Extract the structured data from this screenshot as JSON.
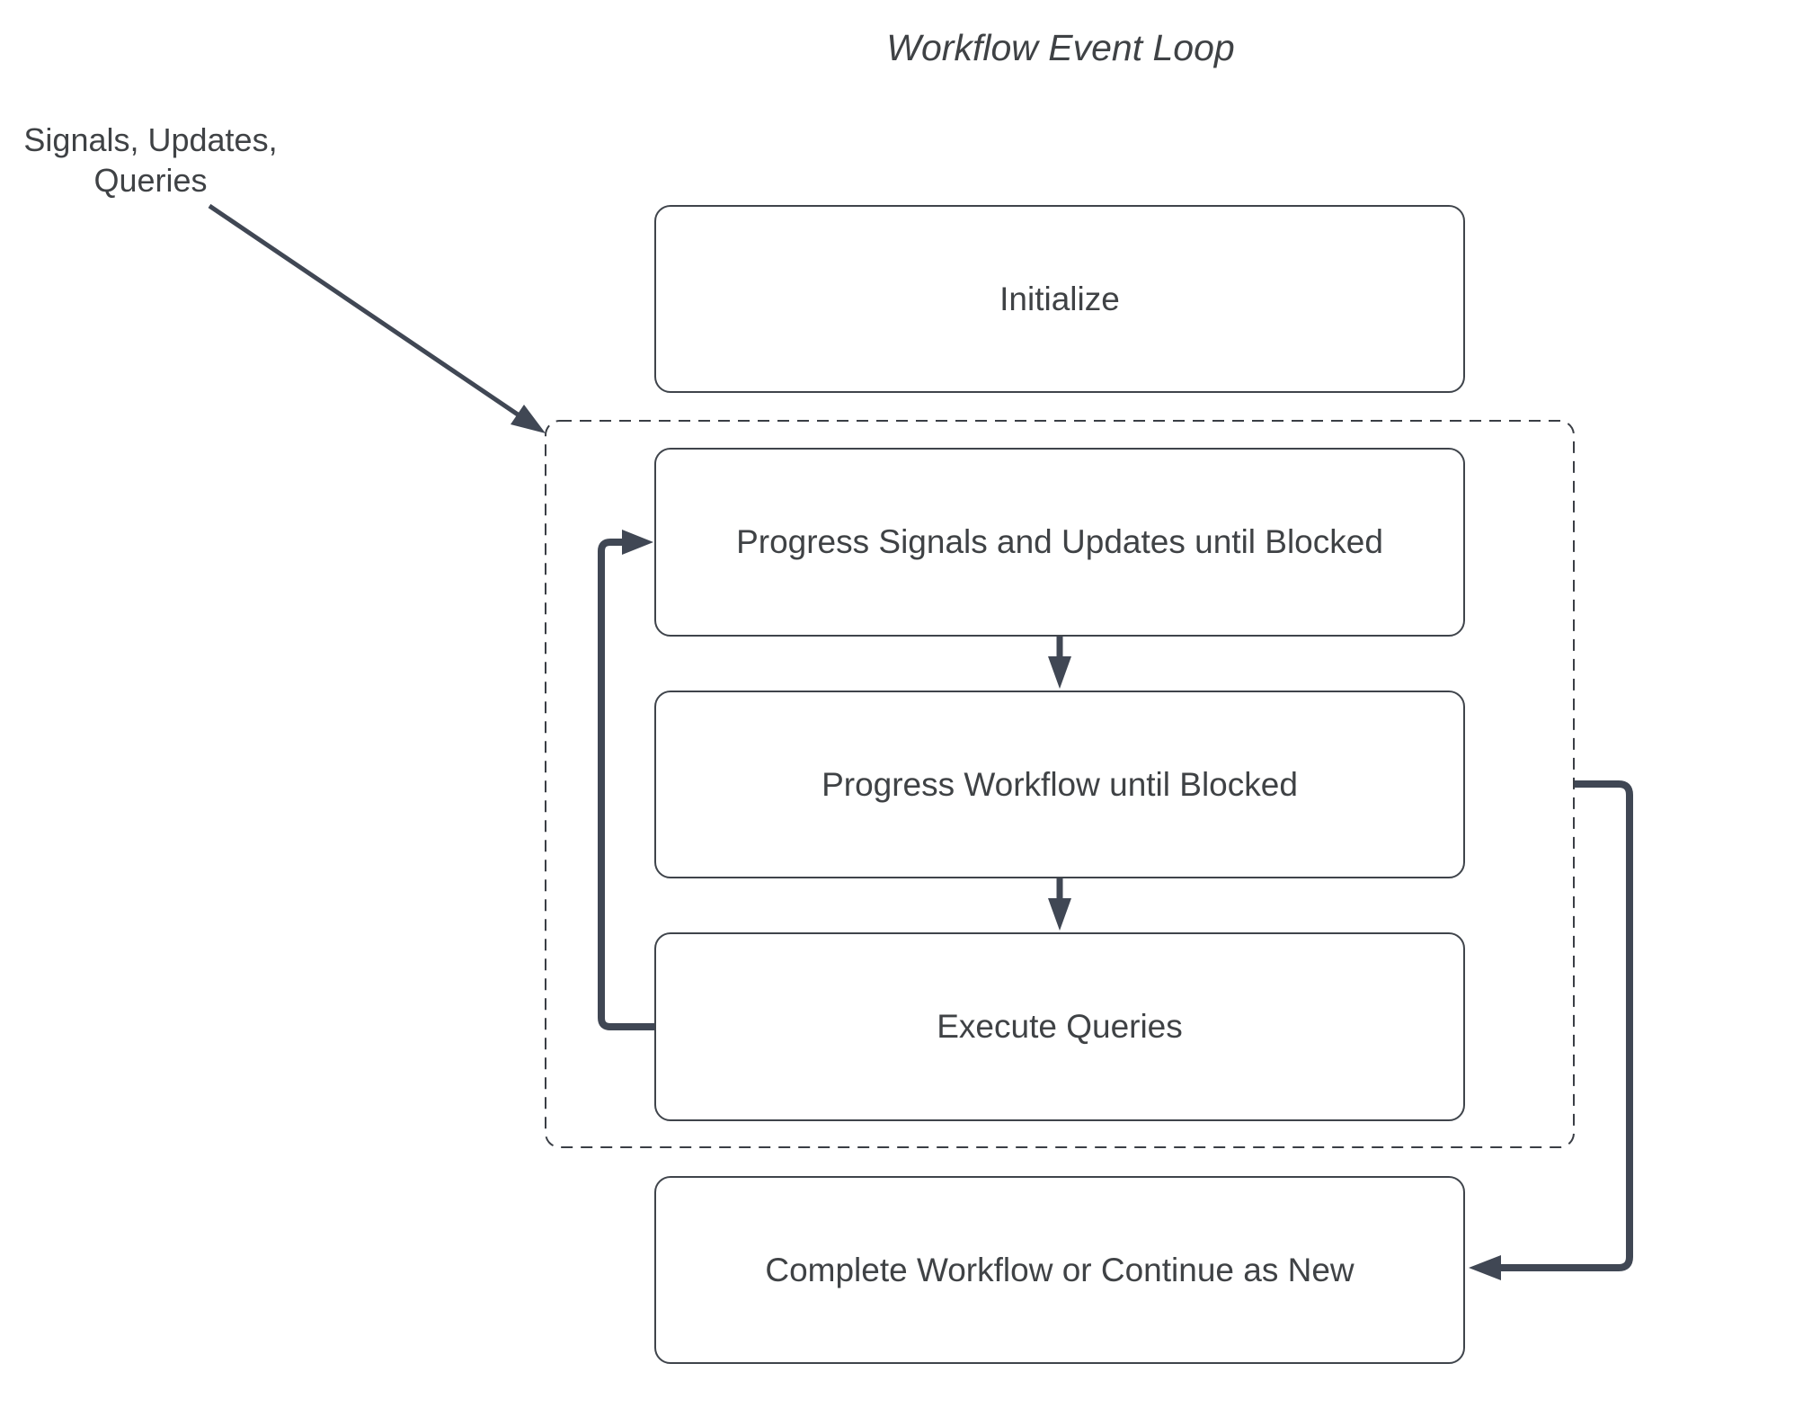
{
  "title": "Workflow Event Loop",
  "annotation": {
    "line1": "Signals, Updates,",
    "line2": "Queries"
  },
  "nodes": {
    "initialize": {
      "label": "Initialize"
    },
    "progress_signals": {
      "label": "Progress Signals and Updates until Blocked"
    },
    "progress_workflow": {
      "label": "Progress Workflow until Blocked"
    },
    "execute_queries": {
      "label": "Execute Queries"
    },
    "complete_workflow": {
      "label": "Complete Workflow or Continue as New"
    }
  },
  "theme": {
    "background": "#ffffff",
    "box_fill": "#ffffff",
    "box_border": "#3f444b",
    "text_color": "#3f4245",
    "arrow_color": "#404754",
    "dashed_border": "#3a3e45"
  }
}
